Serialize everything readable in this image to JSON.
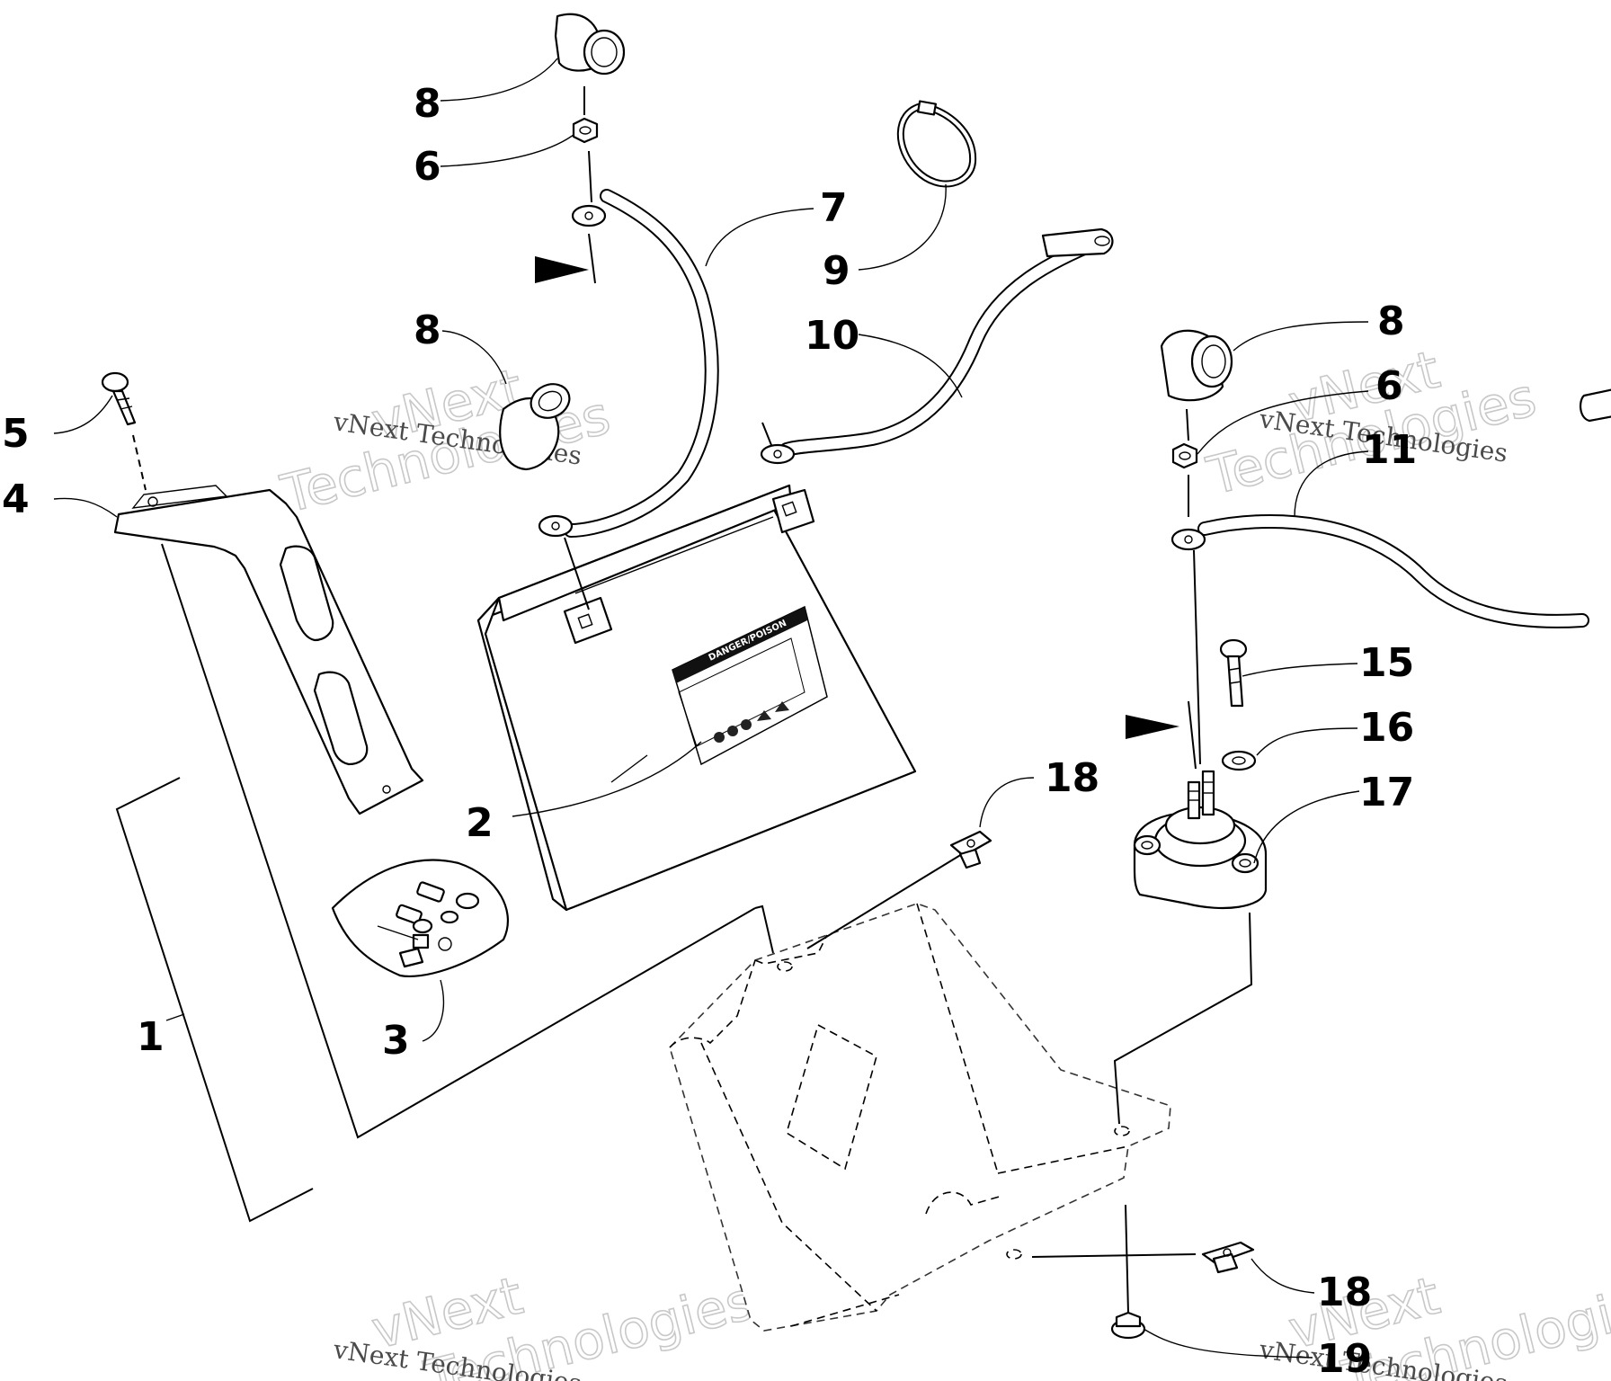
{
  "labels": {
    "l1": "1",
    "l2": "2",
    "l3": "3",
    "l4": "4",
    "l5": "5",
    "l6a": "6",
    "l6b": "6",
    "l7": "7",
    "l8a": "8",
    "l8b": "8",
    "l8c": "8",
    "l9": "9",
    "l10": "10",
    "l11": "11",
    "l15": "15",
    "l16": "16",
    "l17": "17",
    "l18a": "18",
    "l18b": "18",
    "l19": "19"
  },
  "battery_label": {
    "title": "DANGER/POISON"
  },
  "watermark": {
    "logo_top": "vNext",
    "logo_bottom": "Technologies",
    "text": "vNext Technologies"
  },
  "colors": {
    "ink": "#000000",
    "watermark": "#c8c8c8",
    "paper": "#ffffff"
  }
}
